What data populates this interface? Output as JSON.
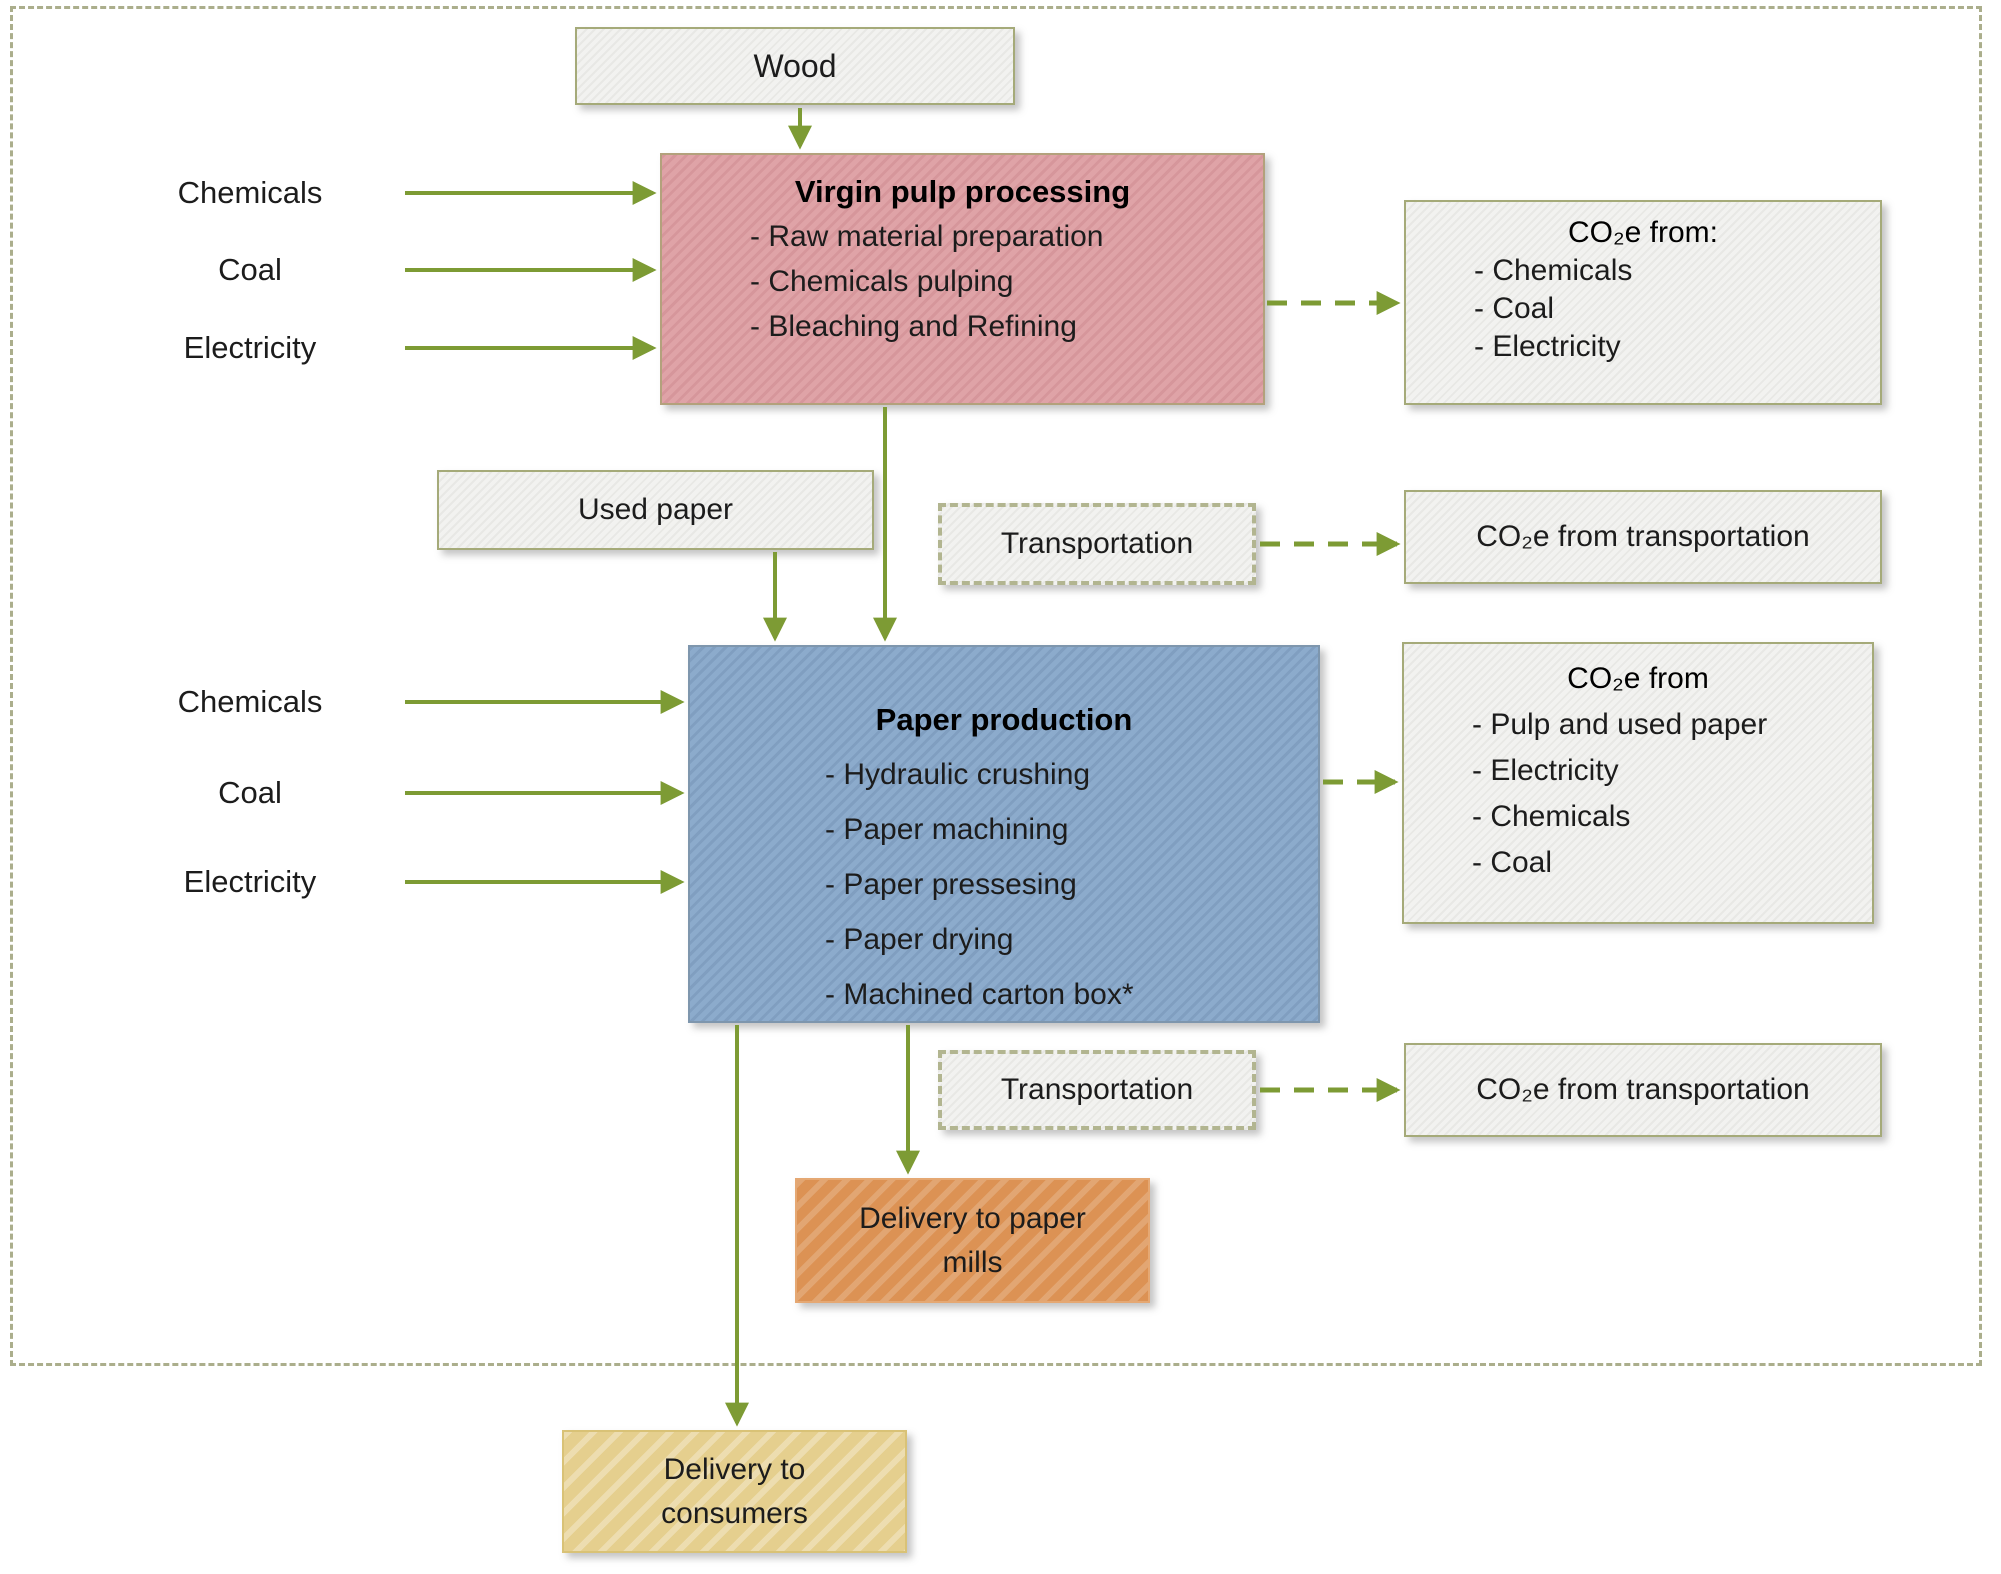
{
  "palette": {
    "arrow_green": "#7d9b34",
    "box_border_olive": "#a5aa79",
    "outer_dash_border": "#abae8c",
    "gray_box_fill": "#f2f2f0",
    "virgin_pulp_fill": "#dfa3a7",
    "paper_production_fill": "#8cabcc",
    "delivery_mills_fill": "#dc9254",
    "delivery_consumers_fill": "#e5cf8e"
  },
  "inputs_pulp": [
    "Chemicals",
    "Coal",
    "Electricity"
  ],
  "inputs_paper": [
    "Chemicals",
    "Coal",
    "Electricity"
  ],
  "boxes": {
    "wood": {
      "label": "Wood"
    },
    "virgin_pulp": {
      "title": "Virgin pulp processing",
      "items": [
        "- Raw material preparation",
        "- Chemicals pulping",
        "- Bleaching and Refining"
      ]
    },
    "co2e_pulp": {
      "title": "CO₂e from:",
      "items": [
        "- Chemicals",
        "- Coal",
        "- Electricity"
      ]
    },
    "used_paper": {
      "label": "Used paper"
    },
    "transportation_1": {
      "label": "Transportation"
    },
    "co2e_transport_1": {
      "label": "CO₂e from transportation"
    },
    "paper_production": {
      "title": "Paper production",
      "items": [
        "- Hydraulic crushing",
        "- Paper machining",
        "- Paper pressesing",
        "- Paper drying",
        "- Machined carton box*"
      ]
    },
    "co2e_paper": {
      "title": "CO₂e from",
      "items": [
        "- Pulp and used paper",
        "- Electricity",
        "- Chemicals",
        "- Coal"
      ]
    },
    "transportation_2": {
      "label": "Transportation"
    },
    "co2e_transport_2": {
      "label": "CO₂e from transportation"
    },
    "delivery_mills": {
      "label": "Delivery to paper mills"
    },
    "delivery_consumers": {
      "label": "Delivery to consumers"
    }
  }
}
